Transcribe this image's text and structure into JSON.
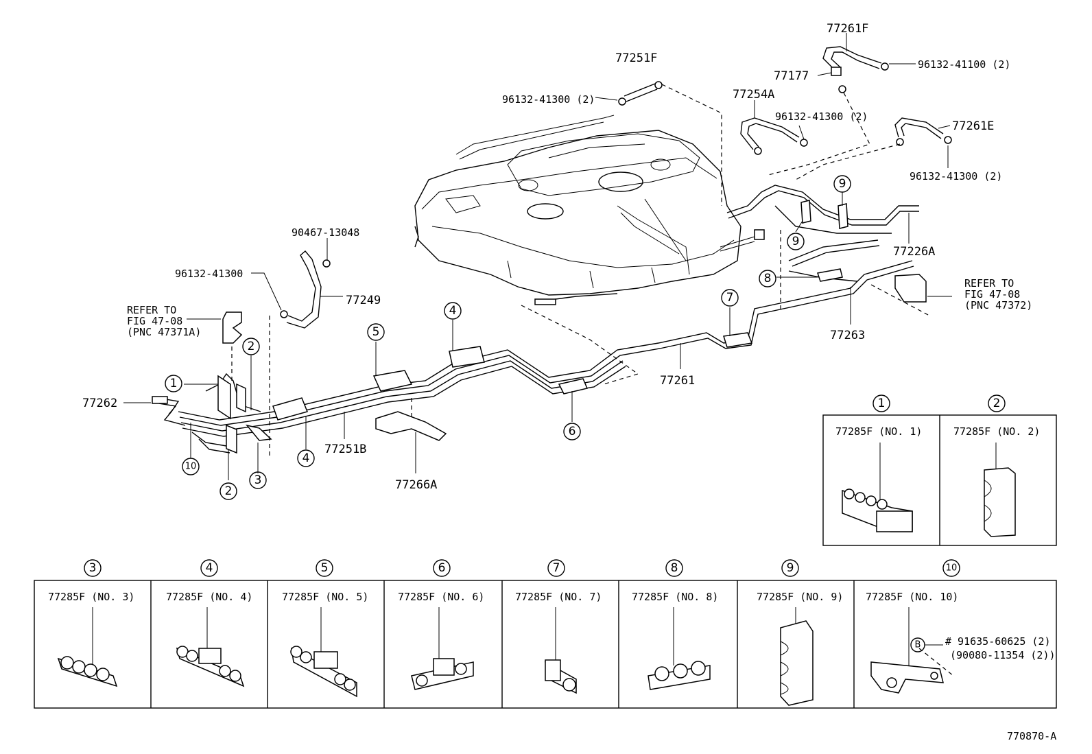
{
  "callouts": {
    "p77251F_top": "77251F",
    "p96132_41300_2_a": "96132-41300 (2)",
    "p77261F": "77261F",
    "p77177": "77177",
    "p96132_41100_2": "96132-41100 (2)",
    "p77254A": "77254A",
    "p96132_41300_2_b": "96132-41300 (2)",
    "p77261E": "77261E",
    "p96132_41300_2_c": "96132-41300 (2)",
    "p77226A": "77226A",
    "p90467_13048": "90467-13048",
    "p96132_41300": "96132-41300",
    "p77249": "77249",
    "refer_left_1": "REFER TO",
    "refer_left_2": "FIG 47-08",
    "refer_left_3": "(PNC 47371A)",
    "refer_right_1": "REFER TO",
    "refer_right_2": "FIG 47-08",
    "refer_right_3": "(PNC 47372)",
    "p77263": "77263",
    "p77261": "77261",
    "p77262": "77262",
    "p77251B": "77251B",
    "p77266A": "77266A",
    "figure_code": "770870-A"
  },
  "clamp_numbers": [
    "1",
    "2",
    "3",
    "4",
    "5",
    "6",
    "7",
    "8",
    "9",
    "10"
  ],
  "detail_panels": [
    {
      "num": "1",
      "label": "77285F (NO. 1)"
    },
    {
      "num": "2",
      "label": "77285F (NO. 2)"
    },
    {
      "num": "3",
      "label": "77285F (NO. 3)"
    },
    {
      "num": "4",
      "label": "77285F (NO. 4)"
    },
    {
      "num": "5",
      "label": "77285F (NO. 5)"
    },
    {
      "num": "6",
      "label": "77285F (NO. 6)"
    },
    {
      "num": "7",
      "label": "77285F (NO. 7)"
    },
    {
      "num": "8",
      "label": "77285F (NO. 8)"
    },
    {
      "num": "9",
      "label": "77285F (NO. 9)"
    },
    {
      "num": "10",
      "label": "77285F (NO. 10)"
    }
  ],
  "panel10_extra": {
    "bolt_marker": "B",
    "bolt_1": "# 91635-60625 (2)",
    "bolt_2": "(90080-11354 (2))"
  }
}
